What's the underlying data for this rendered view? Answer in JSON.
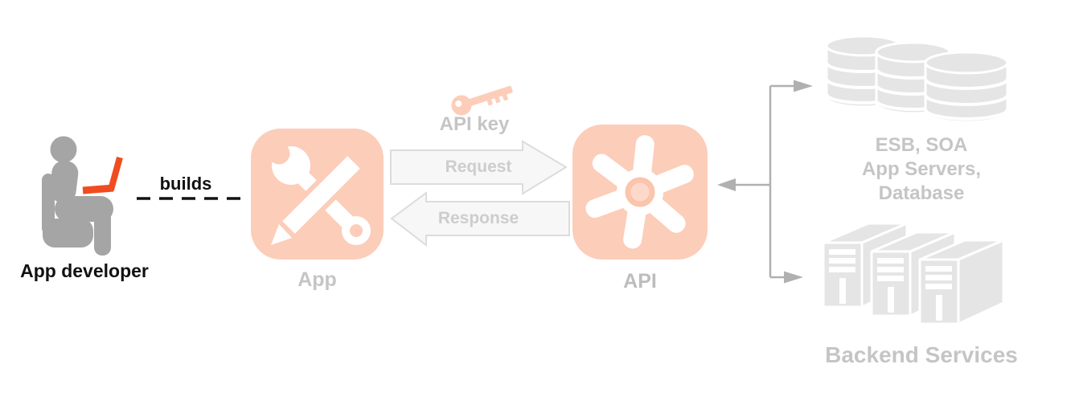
{
  "developer": {
    "label": "App developer",
    "builds_label": "builds"
  },
  "app": {
    "label": "App"
  },
  "api": {
    "label": "API"
  },
  "api_key": {
    "label": "API key"
  },
  "arrows": {
    "request_label": "Request",
    "response_label": "Response"
  },
  "backend_top": {
    "line1": "ESB, SOA",
    "line2": "App Servers,",
    "line3": "Database"
  },
  "backend_bottom": {
    "label": "Backend Services"
  },
  "icons": {
    "developer": "person-at-laptop",
    "app": "wrench-and-pencil",
    "api": "gear-pinwheel",
    "api_key": "key",
    "backend_top": "database-stack",
    "backend_bottom": "server-stack"
  },
  "colors": {
    "salmon": "#fccdb9",
    "salmon_ring": "#fbc4ad",
    "salmon_inner": "#fdd9ca",
    "laptop_orange": "#f04c20",
    "figure_gray": "#a5a5a5",
    "label_gray": "#c5c5c5",
    "label_gray_dark": "#bdbdbd",
    "arrow_fill": "#f7f7f7",
    "arrow_stroke": "#dcdcdc",
    "arrow_text": "#cdcdcd",
    "connector_gray": "#b0b0b0",
    "backend_gray": "#e5e5e5",
    "text_black": "#111111"
  }
}
